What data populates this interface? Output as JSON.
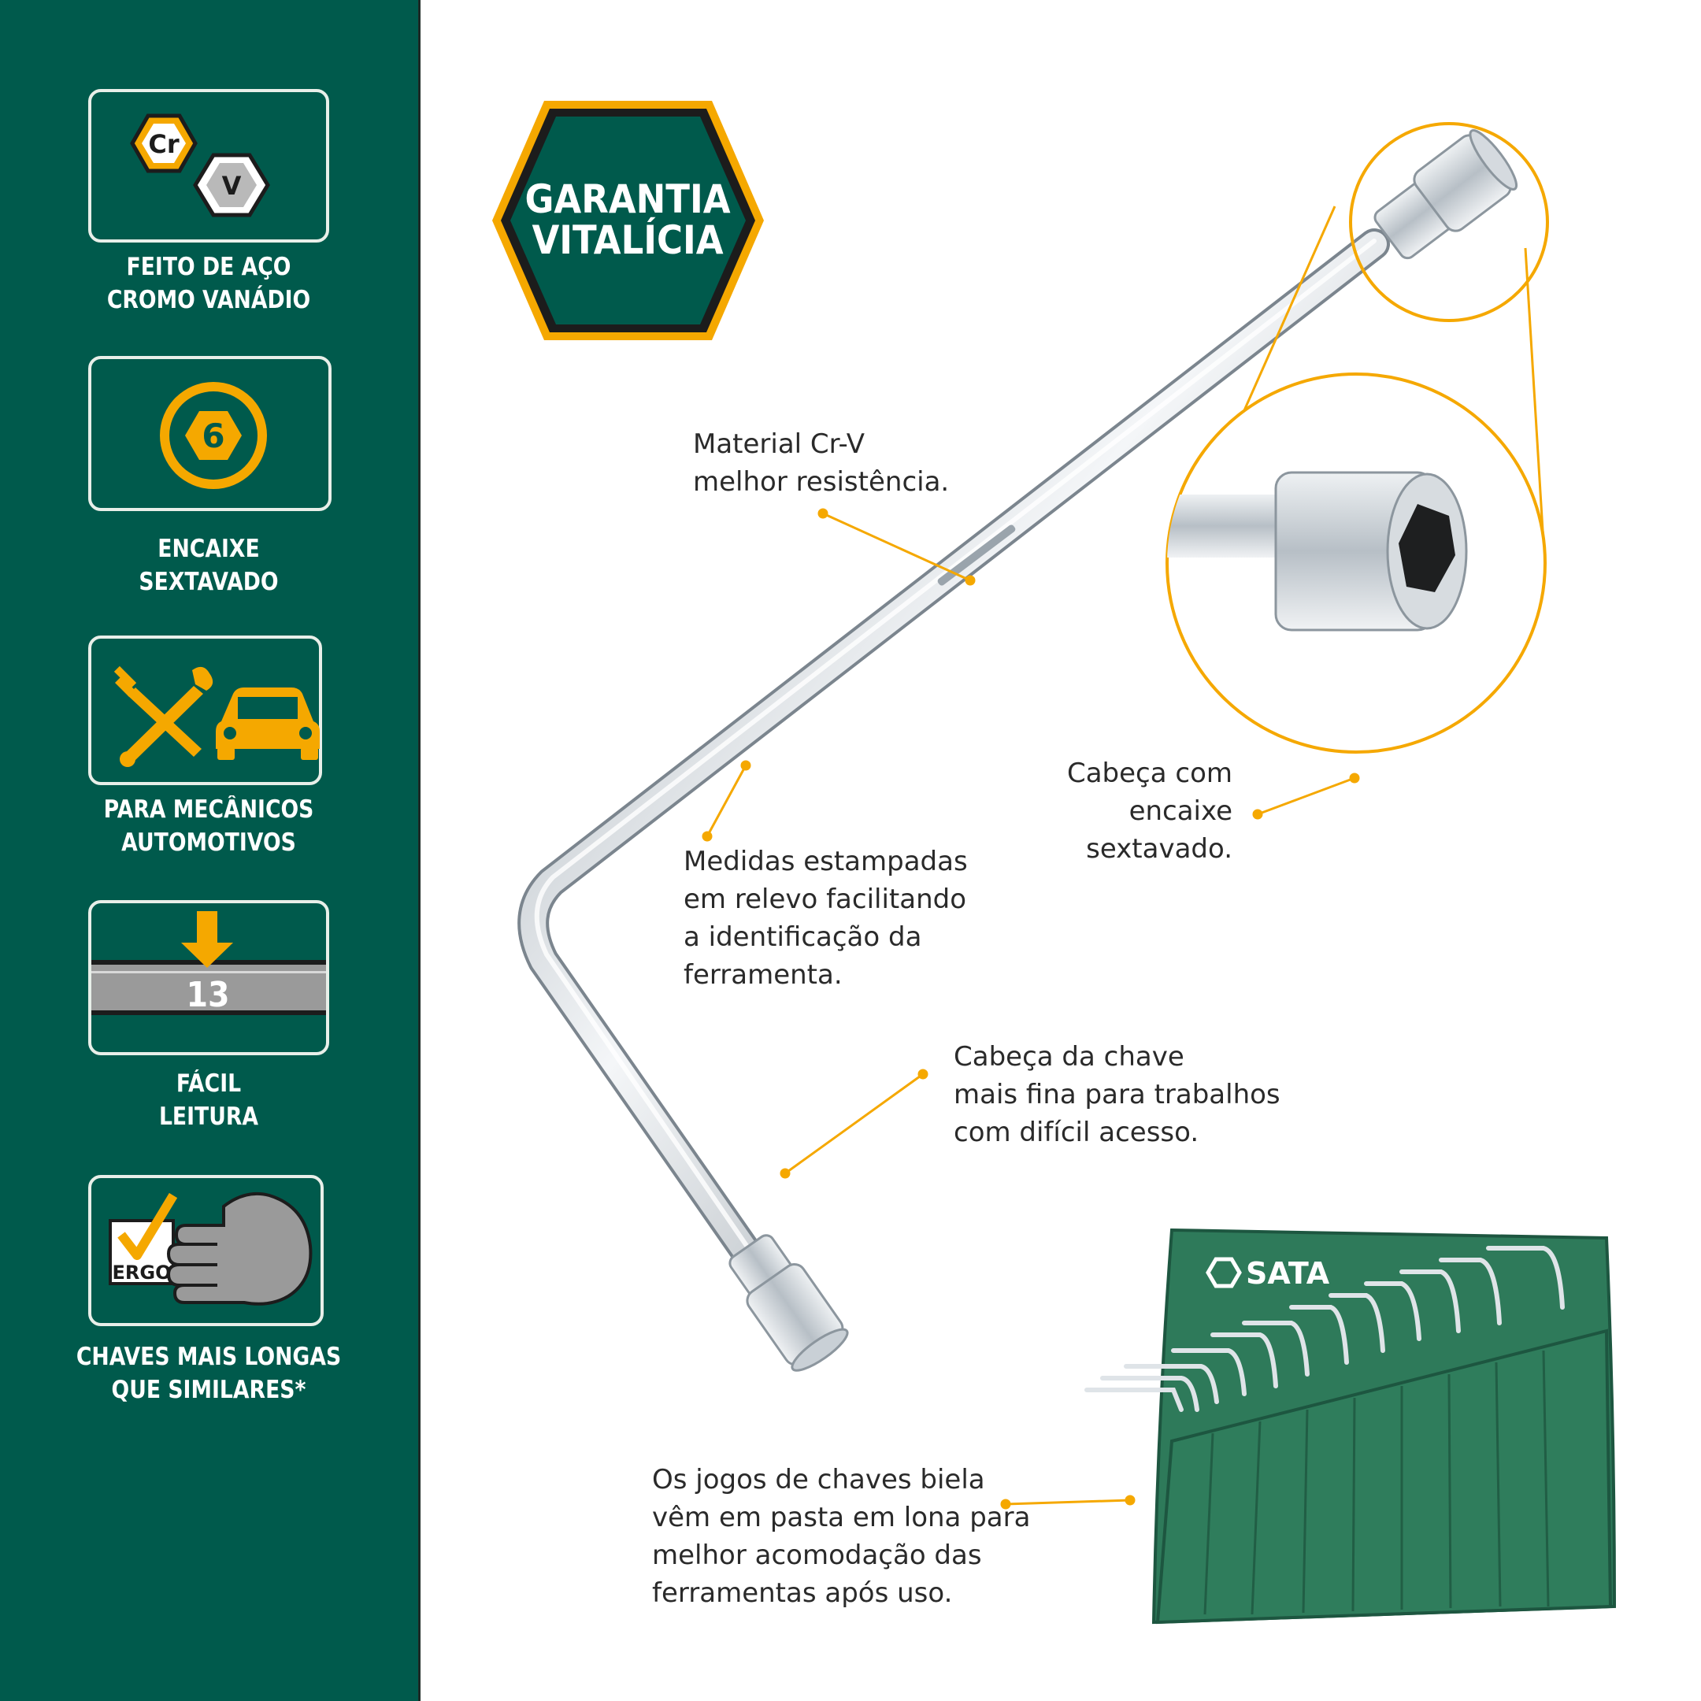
{
  "colors": {
    "sidebar_green": "#005a4c",
    "accent_yellow": "#f5a800",
    "chrome": "#c9d0d6",
    "pouch_green": "#2e7a5a"
  },
  "badge": {
    "line1": "GARANTIA",
    "line2": "VITALÍCIA"
  },
  "features": [
    {
      "icon": "cr-v-hexagons-icon",
      "symbol_a": "Cr",
      "symbol_b": "V",
      "line1": "FEITO DE AÇO",
      "line2": "CROMO VANÁDIO"
    },
    {
      "icon": "hex-socket-6-icon",
      "symbol": "6",
      "line1": "ENCAIXE",
      "line2": "SEXTAVADO"
    },
    {
      "icon": "wrench-screwdriver-car-icon",
      "line1": "PARA MECÂNICOS",
      "line2": "AUTOMOTIVOS"
    },
    {
      "icon": "measure-arrow-icon",
      "symbol": "13",
      "line1": "FÁCIL",
      "line2": "LEITURA"
    },
    {
      "icon": "ergo-hand-icon",
      "symbol": "ERGO",
      "line1": "CHAVES MAIS LONGAS",
      "line2": "QUE SIMILARES*"
    }
  ],
  "callouts": {
    "material": [
      "Material Cr-V",
      "melhor resistência."
    ],
    "medidas": [
      "Medidas estampadas",
      "em relevo facilitando",
      "a identificação da",
      "ferramenta."
    ],
    "cabeca_encaixe": [
      "Cabeça com",
      "encaixe",
      "sextavado."
    ],
    "cabeca_fina": [
      "Cabeça da chave",
      "mais fina para trabalhos",
      "com difícil acesso."
    ],
    "pasta": [
      "Os jogos de chaves biela",
      "vêm em pasta em lona para",
      "melhor acomodação das",
      "ferramentas após uso."
    ]
  },
  "pouch_brand": "SATA"
}
